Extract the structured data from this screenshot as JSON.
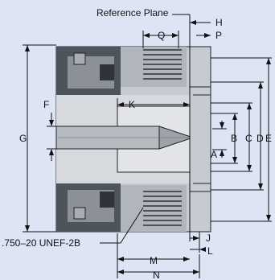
{
  "labels": {
    "reference_plane": "Reference Plane",
    "h": "H",
    "p": "P",
    "q": "Q",
    "f": "F",
    "k": "K",
    "g": "G",
    "b": "B",
    "c": "C",
    "d": "D",
    "e": "E",
    "a": "A",
    "thread": ".750–20 UNEF-2B",
    "j": "J",
    "l": "L",
    "m": "M",
    "n": "N"
  },
  "colors": {
    "background": "#dde4f3",
    "body_light": "#c6cad2",
    "body_mid": "#a4a9b2",
    "body_dark": "#505760",
    "insulator": "#8b9099",
    "pin": "#e6e8ec",
    "line": "#111111"
  }
}
